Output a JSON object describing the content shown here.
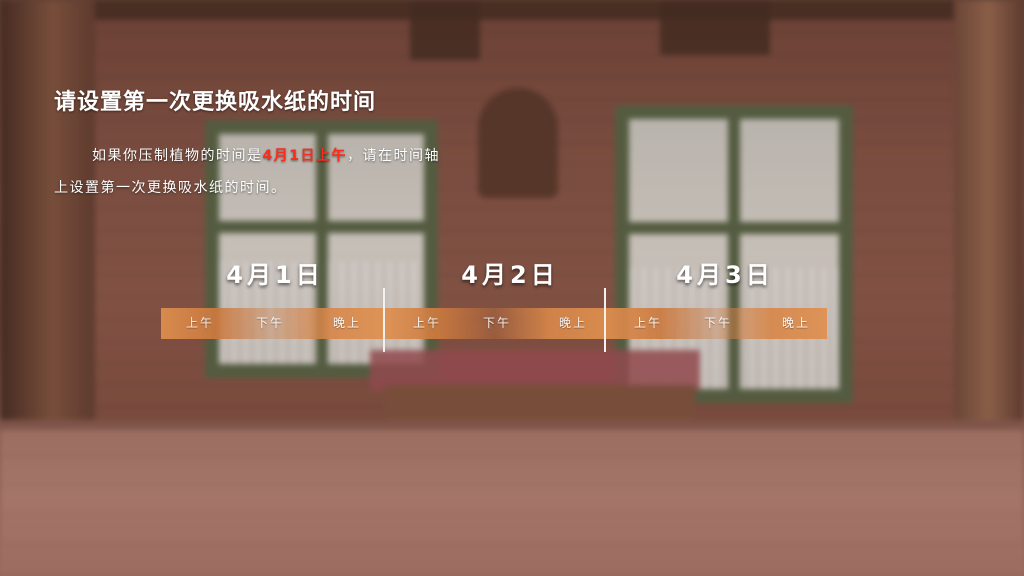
{
  "slide": {
    "title": "请设置第一次更换吸水纸的时间",
    "description": {
      "part1": "如果你压制植物的时间是",
      "highlight": "4月1日上午",
      "part2": "，请在时间轴",
      "line2": "上设置第一次更换吸水纸的时间。"
    }
  },
  "timeline": {
    "days": [
      {
        "label": "4月1日",
        "slots": [
          "上午",
          "下午",
          "晚上"
        ]
      },
      {
        "label": "4月2日",
        "slots": [
          "上午",
          "下午",
          "晚上"
        ]
      },
      {
        "label": "4月3日",
        "slots": [
          "上午",
          "下午",
          "晚上"
        ]
      }
    ]
  },
  "colors": {
    "highlight": "#ff2a1a",
    "timeline_bar": "#d7874a",
    "text": "#ffffff"
  }
}
